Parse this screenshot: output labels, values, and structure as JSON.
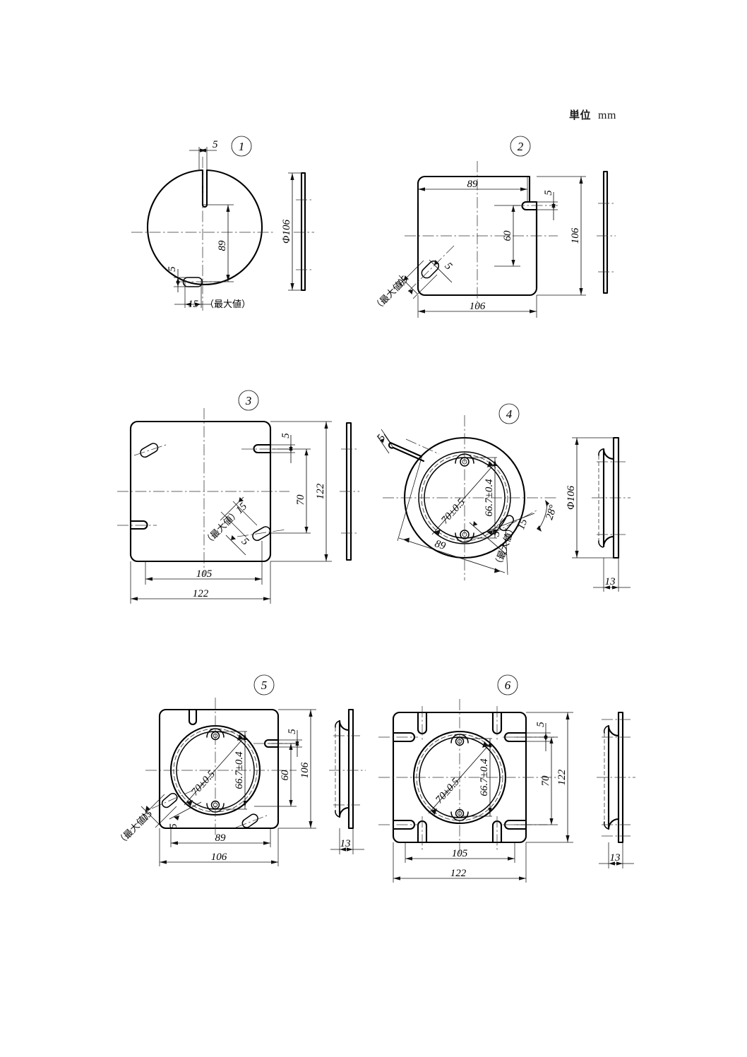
{
  "header": {
    "unit_label": "単位",
    "unit_value": "mm"
  },
  "annotations": {
    "max_value": "（最大値）",
    "max_value_short": "(最大値)"
  },
  "figures": [
    {
      "index": "1",
      "shape": "circular-plate",
      "dimensions": {
        "slot_width": "5",
        "vertical": "89",
        "hole_width": "5",
        "hole_length": "15",
        "hole_note": "（最大値）",
        "side_diameter": "Φ106"
      }
    },
    {
      "index": "2",
      "shape": "square-plate",
      "dimensions": {
        "horizontal_inner": "89",
        "slot_width": "5",
        "vertical_inner": "60",
        "height": "106",
        "width": "106",
        "hole_length": "15",
        "hole_note": "（最大値）",
        "hole_width": "5"
      }
    },
    {
      "index": "3",
      "shape": "square-plate",
      "dimensions": {
        "slot_width": "5",
        "vertical_inner": "70",
        "height": "122",
        "width_inner": "105",
        "width": "122",
        "hole_length": "15",
        "hole_note": "（最大値）",
        "hole_width": "5"
      }
    },
    {
      "index": "4",
      "shape": "round-flange",
      "dimensions": {
        "slot_width": "5",
        "bore_tol": "66.7±0.4",
        "pcd_tol": "70±0.5",
        "diagonal": "89",
        "angle": "28°",
        "hole_length": "15",
        "hole_note": "（最大値）",
        "hole_width": "5",
        "side_diameter": "Φ106",
        "side_depth": "13"
      }
    },
    {
      "index": "5",
      "shape": "square-flange",
      "dimensions": {
        "slot_width": "5",
        "bore_tol": "66.7±0.4",
        "pcd_tol": "70±0.5",
        "vertical_inner": "60",
        "height": "106",
        "width_inner": "89",
        "width": "106",
        "hole_length": "15",
        "hole_note": "（最大値）",
        "hole_width": "5",
        "side_depth": "13"
      }
    },
    {
      "index": "6",
      "shape": "square-flange",
      "dimensions": {
        "slot_width": "5",
        "bore_tol": "66.7±0.4",
        "pcd_tol": "70±0.5",
        "vertical_inner": "70",
        "height": "122",
        "width_inner": "105",
        "width": "122",
        "side_depth": "13"
      }
    }
  ]
}
